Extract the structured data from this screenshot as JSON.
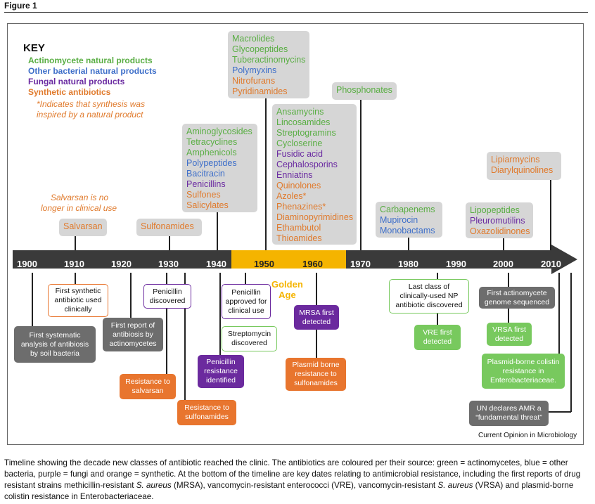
{
  "figure_label": "Figure 1",
  "key": {
    "title": "KEY",
    "items": [
      {
        "label": "Actinomycete natural products",
        "color": "#5aae44"
      },
      {
        "label": "Other bacterial natural products",
        "color": "#3e6fc9"
      },
      {
        "label": "Fungal natural products",
        "color": "#6a2aa1"
      },
      {
        "label": "Synthetic antibiotics",
        "color": "#e07a2c"
      }
    ],
    "note_line1": "*Indicates that synthesis was",
    "note_line2": "inspired by a natural product"
  },
  "salvarsan_note": {
    "line1": "Salvarsan is no",
    "line2": "longer in clinical use"
  },
  "timeline": {
    "years": [
      "1900",
      "1910",
      "1920",
      "1930",
      "1940",
      "1950",
      "1960",
      "1970",
      "1980",
      "1990",
      "2000",
      "2010"
    ],
    "golden_age_line1": "Golden",
    "golden_age_line2": "Age"
  },
  "classes": {
    "salvarsan": [
      {
        "text": "Salvarsan",
        "color": "orange"
      }
    ],
    "sulfonamides": [
      {
        "text": "Sulfonamides",
        "color": "orange"
      }
    ],
    "c1940s": [
      {
        "text": "Aminoglycosides",
        "color": "green"
      },
      {
        "text": "Tetracyclines",
        "color": "green"
      },
      {
        "text": "Amphenicols",
        "color": "green"
      },
      {
        "text": "Polypeptides",
        "color": "blue"
      },
      {
        "text": "Bacitracin",
        "color": "blue"
      },
      {
        "text": "Penicillins",
        "color": "purple"
      },
      {
        "text": "Sulfones",
        "color": "orange"
      },
      {
        "text": "Salicylates",
        "color": "orange"
      }
    ],
    "c1950a": [
      {
        "text": "Macrolides",
        "color": "green"
      },
      {
        "text": "Glycopeptides",
        "color": "green"
      },
      {
        "text": "Tuberactinomycins",
        "color": "green"
      },
      {
        "text": "Polymyxins",
        "color": "blue"
      },
      {
        "text": "Nitrofurans",
        "color": "orange"
      },
      {
        "text": "Pyridinamides",
        "color": "orange"
      }
    ],
    "c1950b": [
      {
        "text": "Ansamycins",
        "color": "green"
      },
      {
        "text": "Lincosamides",
        "color": "green"
      },
      {
        "text": "Streptogramins",
        "color": "green"
      },
      {
        "text": "Cycloserine",
        "color": "green"
      },
      {
        "text": "Fusidic acid",
        "color": "purple"
      },
      {
        "text": "Cephalosporins",
        "color": "purple"
      },
      {
        "text": "Enniatins",
        "color": "purple"
      },
      {
        "text": "Quinolones",
        "color": "orange"
      },
      {
        "text": "Azoles*",
        "color": "orange"
      },
      {
        "text": "Phenazines*",
        "color": "orange"
      },
      {
        "text": "Diaminopyrimidines",
        "color": "orange"
      },
      {
        "text": "Ethambutol",
        "color": "orange"
      },
      {
        "text": "Thioamides",
        "color": "orange"
      }
    ],
    "phosphonates": [
      {
        "text": "Phosphonates",
        "color": "green"
      }
    ],
    "c1980": [
      {
        "text": "Carbapenems",
        "color": "green"
      },
      {
        "text": "Mupirocin",
        "color": "blue"
      },
      {
        "text": "Monobactams",
        "color": "blue"
      }
    ],
    "c2000a": [
      {
        "text": "Lipopeptides",
        "color": "green"
      },
      {
        "text": "Pleuromutilins",
        "color": "purple"
      },
      {
        "text": "Oxazolidinones",
        "color": "orange"
      }
    ],
    "c2000b": [
      {
        "text": "Lipiarmycins",
        "color": "orange"
      },
      {
        "text": "Diarylquinolines",
        "color": "orange"
      }
    ]
  },
  "events": {
    "first_systematic": {
      "l1": "First systematic",
      "l2": "analysis of antibiosis",
      "l3": "by soil bacteria"
    },
    "first_synthetic": {
      "l1": "First synthetic",
      "l2": "antibiotic used",
      "l3": "clinically"
    },
    "first_report": {
      "l1": "First report of",
      "l2": "antibiosis by",
      "l3": "actinomycetes"
    },
    "penicillin_discovered": {
      "l1": "Penicillin",
      "l2": "discovered"
    },
    "resistance_salvarsan": {
      "l1": "Resistance to",
      "l2": "salvarsan"
    },
    "resistance_sulfonamides": {
      "l1": "Resistance to",
      "l2": "sulfonamides"
    },
    "penicillin_resistance": {
      "l1": "Penicillin",
      "l2": "resistance",
      "l3": "identified"
    },
    "penicillin_approved": {
      "l1": "Penicillin",
      "l2": "approved for",
      "l3": "clinical use"
    },
    "streptomycin": {
      "l1": "Streptomycin",
      "l2": "discovered"
    },
    "mrsa": {
      "l1": "MRSA first",
      "l2": "detected"
    },
    "plasmid_sulfonamides": {
      "l1": "Plasmid borne",
      "l2": "resistance to",
      "l3": "sulfonamides"
    },
    "last_class": {
      "l1": "Last class of",
      "l2": "clinically-used NP",
      "l3": "antibiotic discovered"
    },
    "vre": {
      "l1": "VRE first",
      "l2": "detected"
    },
    "first_actino_genome": {
      "l1": "First actinomycete",
      "l2": "genome sequenced"
    },
    "vrsa": {
      "l1": "VRSA first",
      "l2": "detected"
    },
    "plasmid_colistin": {
      "l1": "Plasmid-borne colistin",
      "l2": "resistance in",
      "l3": "Enterobacteriaceae."
    },
    "un_amr": {
      "l1": "UN declares AMR a",
      "l2": "“fundamental threat”"
    }
  },
  "credit": "Current Opinion in Microbiology",
  "caption": {
    "p1": "Timeline showing the decade new classes of antibiotic reached the clinic. The antibiotics are coloured per their source: green = actinomycetes, blue = other bacteria, purple = fungi and orange = synthetic. At the bottom of the timeline are key dates relating to antimicrobial resistance, including the first reports of drug resistant strains methicillin-resistant ",
    "s_aureus_1": "S. aureus",
    "p2": " (MRSA), vancomycin-resistant enterococci (VRE), vancomycin-resistant ",
    "s_aureus_2": "S. aureus",
    "p3": " (VRSA) and plasmid-borne colistin resistance in Enterobacteriaceae."
  },
  "colors": {
    "actinomycete": "#5aae44",
    "other_bacteria": "#3e6fc9",
    "fungal": "#6a2aa1",
    "synthetic": "#e07a2c",
    "timeline_bar": "#3a3a3a",
    "golden_age": "#f5b400"
  }
}
